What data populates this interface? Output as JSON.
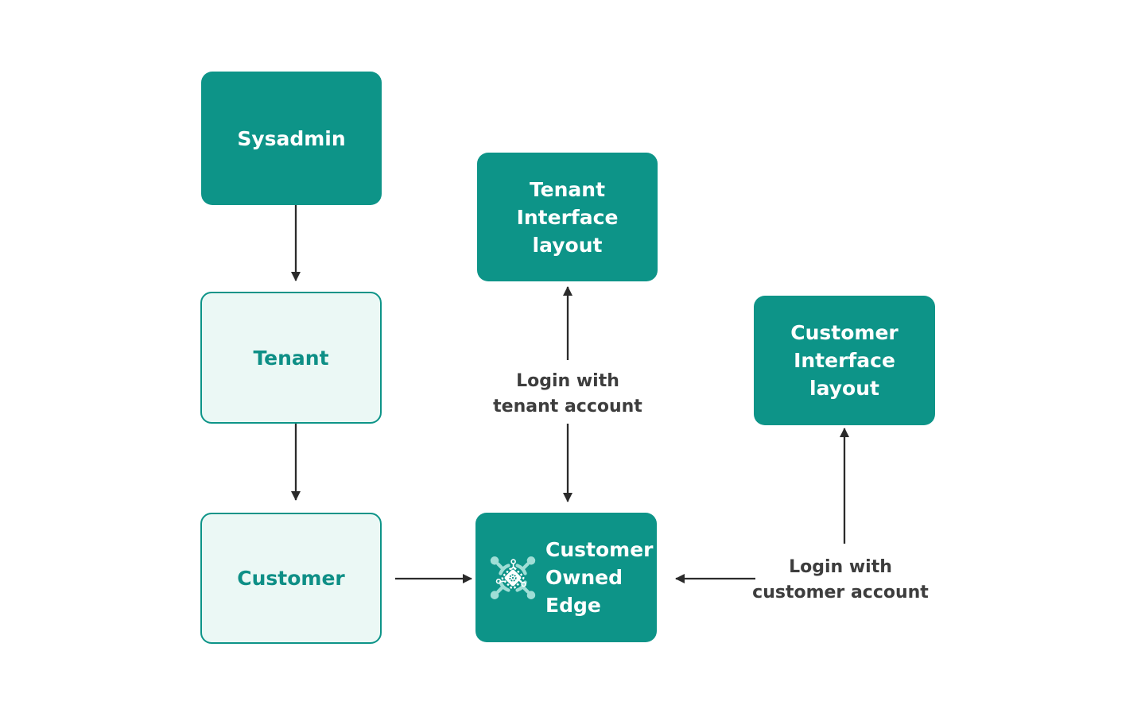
{
  "diagram": {
    "background": "#FFFFFF",
    "accent_teal": "#0D9488",
    "light_node_fill": "#EBF8F5",
    "arrow_color": "#2B2B2B",
    "edge_label_color": "#3D3D3D"
  },
  "nodes": {
    "sysadmin": {
      "label": "Sysadmin",
      "style": "filled-teal"
    },
    "tenant": {
      "label": "Tenant",
      "style": "light-outline"
    },
    "customer": {
      "label": "Customer",
      "style": "light-outline"
    },
    "tenant_interface": {
      "label": "Tenant Interface layout",
      "style": "filled-teal"
    },
    "customer_owned_edge": {
      "label": "Customer Owned Edge",
      "style": "filled-teal",
      "icon": "edge-computing-icon"
    },
    "customer_interface": {
      "label": "Customer Interface layout",
      "style": "filled-teal"
    }
  },
  "edge_labels": {
    "tenant_login": {
      "line1": "Login with",
      "line2": "tenant account"
    },
    "customer_login": {
      "line1": "Login with",
      "line2": "customer account"
    }
  },
  "connections": [
    {
      "from": "sysadmin",
      "to": "tenant",
      "type": "arrow"
    },
    {
      "from": "tenant",
      "to": "customer",
      "type": "arrow"
    },
    {
      "from": "customer",
      "to": "customer_owned_edge",
      "type": "arrow"
    },
    {
      "from": "customer_owned_edge",
      "to": "tenant_interface",
      "type": "double-arrow",
      "label": "Login with tenant account"
    },
    {
      "from": "login_with_customer_account",
      "to": "customer_owned_edge",
      "type": "arrow"
    },
    {
      "from": "login_with_customer_account",
      "to": "customer_interface",
      "type": "arrow"
    }
  ]
}
